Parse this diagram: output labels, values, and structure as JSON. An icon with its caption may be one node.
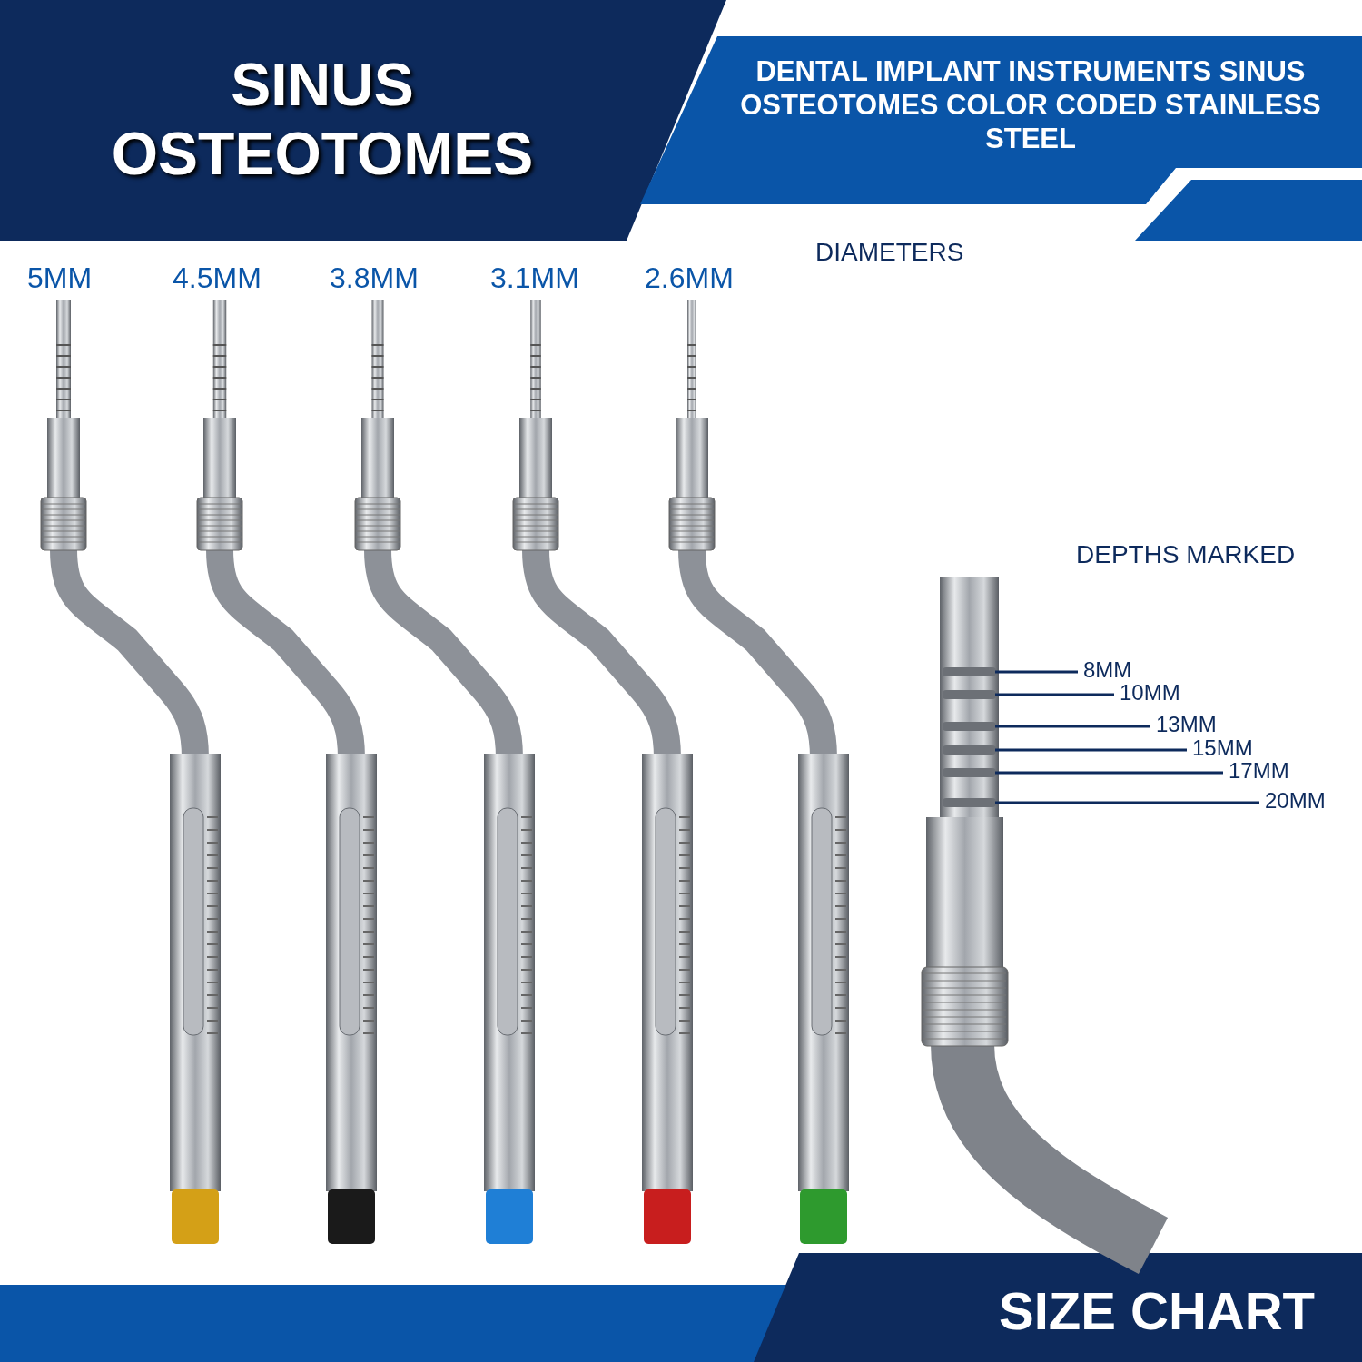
{
  "diagram": {
    "title": "SINUS OSTEOTOMES",
    "nodes": [
      {
        "text": [
          "8MM"
        ]
      },
      {
        "text": [
          "10MM"
        ]
      },
      {
        "text": [
          "13MM"
        ]
      },
      {
        "text": [
          "15MM"
        ]
      },
      {
        "text": [
          "17MM"
        ]
      },
      {
        "text": [
          "20MM"
        ]
      }
    ],
    "edges": [
      {
        "from": 0,
        "to": null,
        "arrow": "none"
      },
      {
        "from": 1,
        "to": null,
        "arrow": "none"
      },
      {
        "from": 2,
        "to": null,
        "arrow": "none"
      },
      {
        "from": 3,
        "to": null,
        "arrow": "none"
      },
      {
        "from": 4,
        "to": null,
        "arrow": "none"
      },
      {
        "from": 5,
        "to": null,
        "arrow": "none"
      }
    ],
    "labels": [
      "DENTAL IMPLANT INSTRUMENTS SINUS OSTEOTOMES COLOR CODED STAINLESS STEEL",
      "5MM",
      "4.5MM",
      "3.8MM",
      "3.1MM",
      "2.6MM",
      "DIAMETERS",
      "DEPTHS MARKED",
      "SIZE CHART"
    ]
  }
}
